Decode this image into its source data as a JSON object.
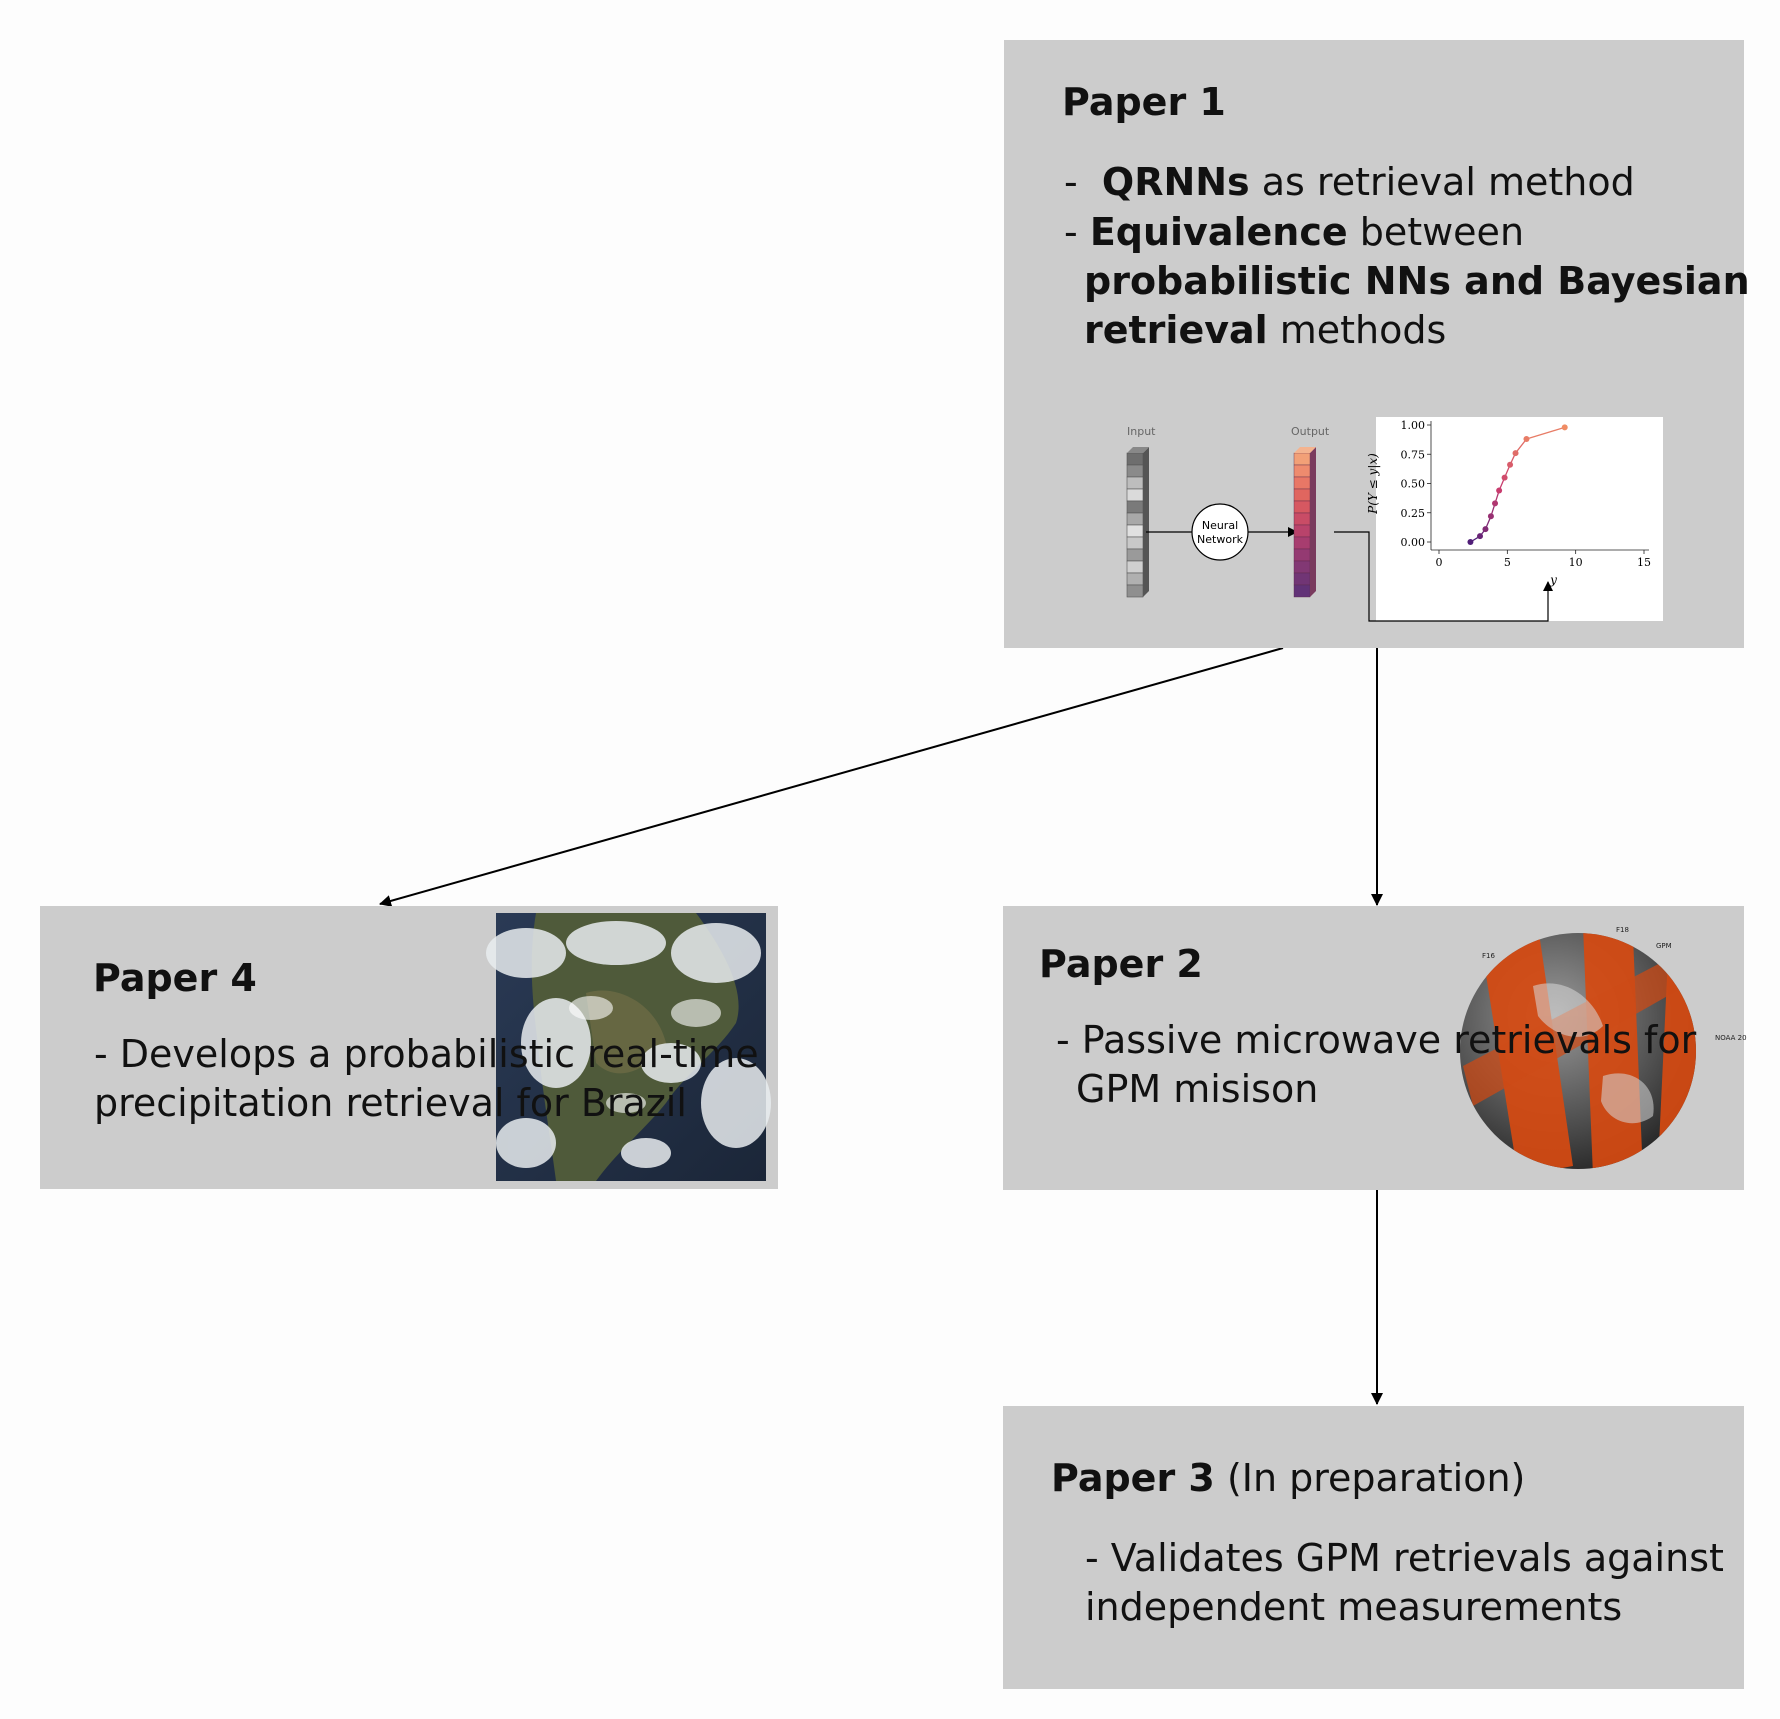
{
  "paper1": {
    "title": "Paper 1",
    "bullet1": {
      "dash": "-",
      "bold": "QRNNs",
      "rest": " as retrieval method"
    },
    "bullet2": {
      "dash": "-",
      "bold1": "Equivalence",
      "rest1": " between",
      "bold2": "probabilistic NNs and Bayesian",
      "bold3": "retrieval",
      "rest3": " methods"
    },
    "figure": {
      "input_label": "Input",
      "output_label": "Output",
      "nn_label_1": "Neural",
      "nn_label_2": "Network",
      "chart_data": {
        "type": "line",
        "xlabel": "y",
        "ylabel": "P(Y ≤ y|x)",
        "x_ticks": [
          "0",
          "5",
          "10",
          "15"
        ],
        "y_ticks": [
          "0.00",
          "0.25",
          "0.50",
          "0.75",
          "1.00"
        ],
        "xlim": [
          0,
          15
        ],
        "ylim": [
          0,
          1
        ],
        "x": [
          2.3,
          3.0,
          3.4,
          3.8,
          4.1,
          4.4,
          4.8,
          5.2,
          5.6,
          6.4,
          9.2
        ],
        "y": [
          0.0,
          0.05,
          0.11,
          0.22,
          0.33,
          0.44,
          0.55,
          0.66,
          0.76,
          0.88,
          0.98
        ]
      }
    }
  },
  "paper2": {
    "title": "Paper 2",
    "line1": "- Passive microwave retrievals for",
    "line2": "GPM misison",
    "globe_labels": [
      "F18",
      "GPM",
      "F16",
      "NOAA 20"
    ]
  },
  "paper3": {
    "title": "Paper 3",
    "subtitle": " (In preparation)",
    "line1": "- Validates GPM retrievals against",
    "line2": "independent measurements"
  },
  "paper4": {
    "title": "Paper 4",
    "line1": "- Develops a probabilistic real-time",
    "line2": "precipitation retrieval for Brazil"
  },
  "colors": {
    "box": "#cccccc",
    "background": "#fdfdfd",
    "curve": "#e2735a",
    "globe_orange": "#d64a12"
  }
}
